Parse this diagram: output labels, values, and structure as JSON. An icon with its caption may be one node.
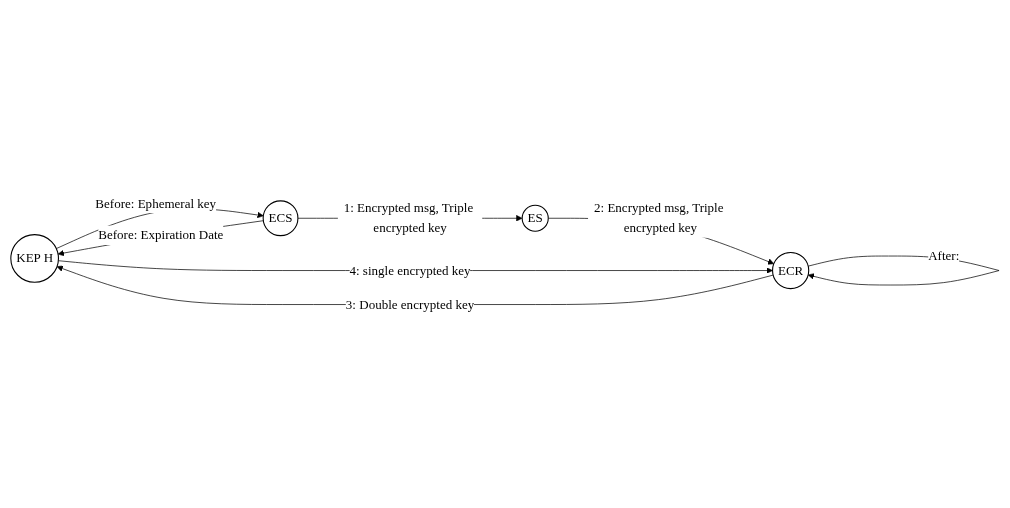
{
  "diagram": {
    "nodes": [
      {
        "text": [
          "KEP H"
        ]
      },
      {
        "text": [
          "ECS"
        ]
      },
      {
        "text": [
          "ES"
        ]
      },
      {
        "text": [
          "ECR"
        ]
      }
    ],
    "edges": [
      {
        "from": 1,
        "to": 0,
        "arrow": "to",
        "label": "Before: Expiration Date"
      },
      {
        "from": 0,
        "to": 1,
        "arrow": "to",
        "label": "Before: Ephemeral key"
      },
      {
        "from": 1,
        "to": 2,
        "arrow": "to",
        "label": "1: Encrypted msg, Triple encrypted key"
      },
      {
        "from": 2,
        "to": 3,
        "arrow": "to",
        "label": "2: Encrypted msg, Triple encrypted key"
      },
      {
        "from": 3,
        "to": 0,
        "arrow": "to",
        "label": "3: Double encrypted key"
      },
      {
        "from": 0,
        "to": 3,
        "arrow": "to",
        "label": "4: single encrypted key"
      },
      {
        "from": 3,
        "to": 3,
        "arrow": "to",
        "label": "After:"
      }
    ]
  }
}
